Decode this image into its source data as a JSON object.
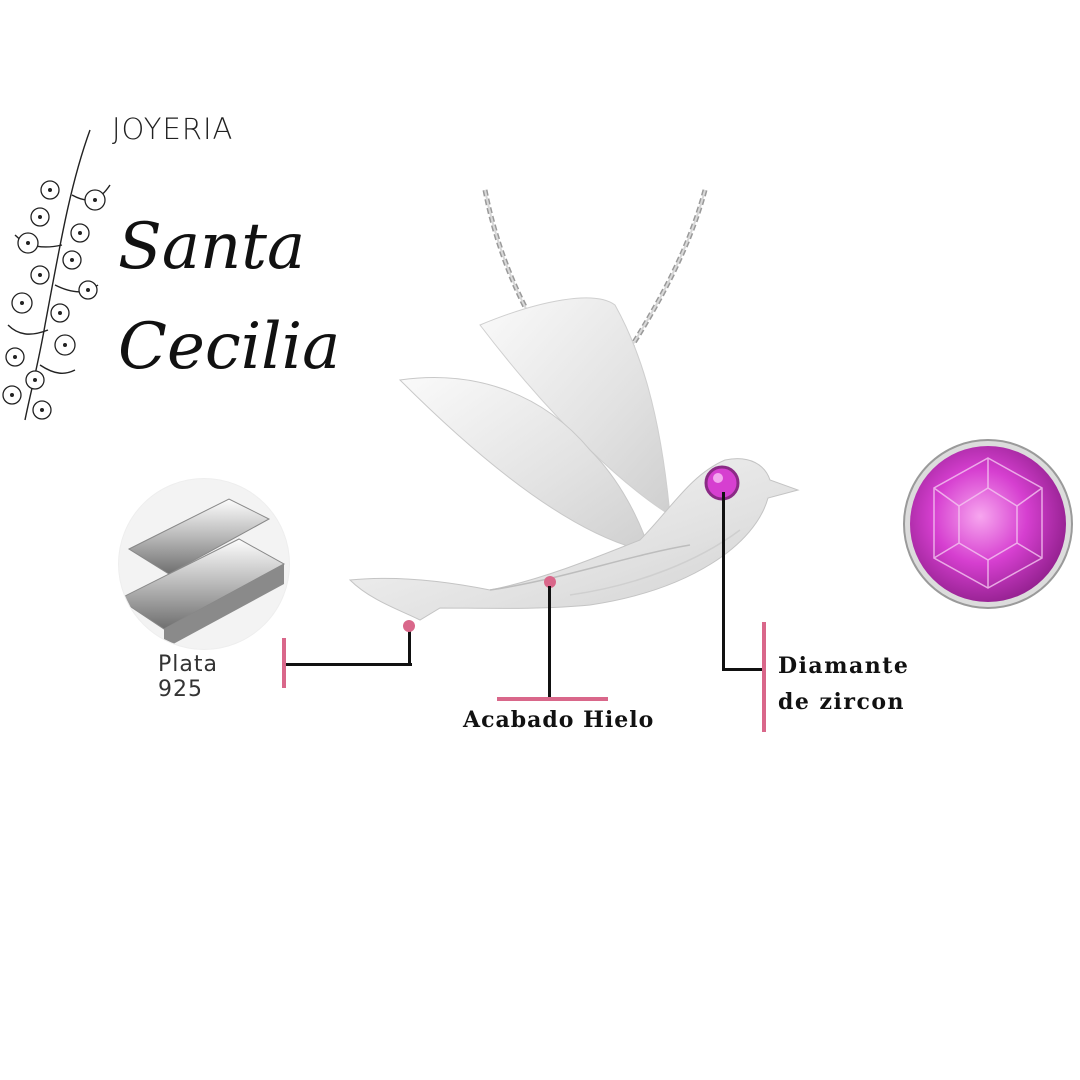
{
  "brand": {
    "prefix": "JOYERIA",
    "name_line1": "Santa",
    "name_line2": "Cecilia"
  },
  "features": {
    "silver": "Plata 925",
    "finish": "Acabado Hielo",
    "stone_line1": "Diamante",
    "stone_line2": "de zircon"
  },
  "colors": {
    "accent_pink": "#d9678a",
    "stone_magenta": "#d63fd0",
    "silver": "#e6e6e6",
    "ink": "#111111"
  },
  "icons": [
    "flower-branch-icon",
    "silver-bars-icon",
    "bird-pendant-icon",
    "zircon-gem-icon"
  ]
}
